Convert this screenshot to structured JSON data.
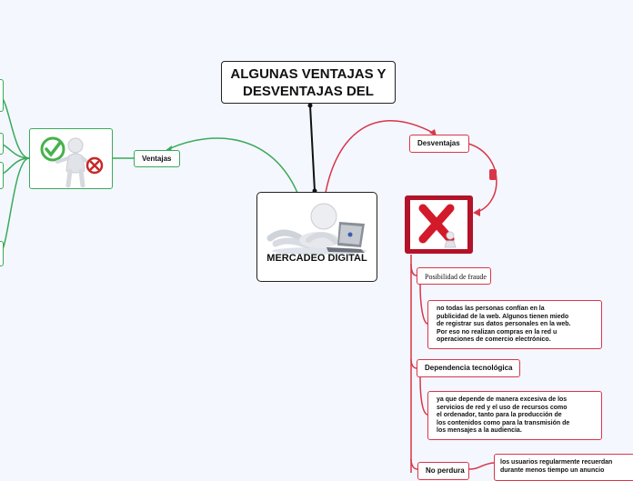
{
  "title": "ALGUNAS VENTAJAS Y DESVENTAJAS DEL",
  "central": {
    "label": "MERCADEO DIGITAL",
    "image": "person-with-laptop-illustration"
  },
  "ventajas": {
    "label": "Ventajas",
    "image": "person-check-and-cross-illustration"
  },
  "desventajas": {
    "label": "Desventajas",
    "image": "red-x-mark-illustration",
    "items": [
      {
        "label": "Posibilidad de fraude",
        "text": "no todas las personas confían en la\npublicidad de la web. Algunos tienen miedo\nde registrar sus datos personales en la web.\nPor eso no realizan compras en la red u\noperaciones de comercio electrónico."
      },
      {
        "label": "Dependencia tecnológica",
        "text": "ya que depende de manera excesiva de los\nservicios de red y el uso de recursos como\nel ordenador, tanto para la producción de\nlos contenidos como para la transmisión de\nlos mensajes a la audiencia."
      },
      {
        "label": "No perdura",
        "text": "los usuarios regularmente recuerdan\ndurante menos tiempo un anuncio"
      }
    ]
  },
  "colors": {
    "green": "#3aaa5a",
    "red": "#d9364a",
    "dark": "#222222",
    "background": "#f4f7fd"
  }
}
